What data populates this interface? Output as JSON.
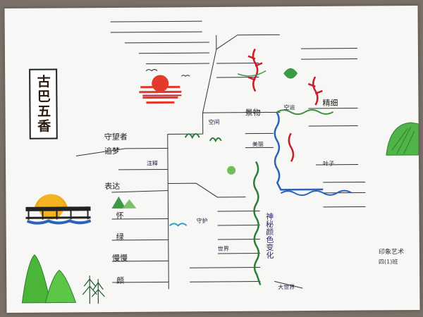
{
  "title": "古巴五香",
  "branches": {
    "upper_left_node": "守望者",
    "left_node_1": "追梦",
    "left_node_2": "注释",
    "left_node_3": "表达",
    "center_node_1": "空间",
    "center_node_2": "景物",
    "center_node_3": "美丽",
    "right_node_1": "空运",
    "right_node_2": "精细",
    "right_node_3": "叶子",
    "lower_left_node_1": "怀",
    "lower_left_node_2": "绿",
    "lower_left_node_3": "慢慢",
    "lower_left_node_4": "颜",
    "lower_node_1": "守护",
    "lower_node_2": "世界",
    "vertical_text": "神秘颜色变化",
    "bottom_node": "大世界"
  },
  "signature": {
    "line1": "印象艺术",
    "line2": "四(1)班"
  }
}
